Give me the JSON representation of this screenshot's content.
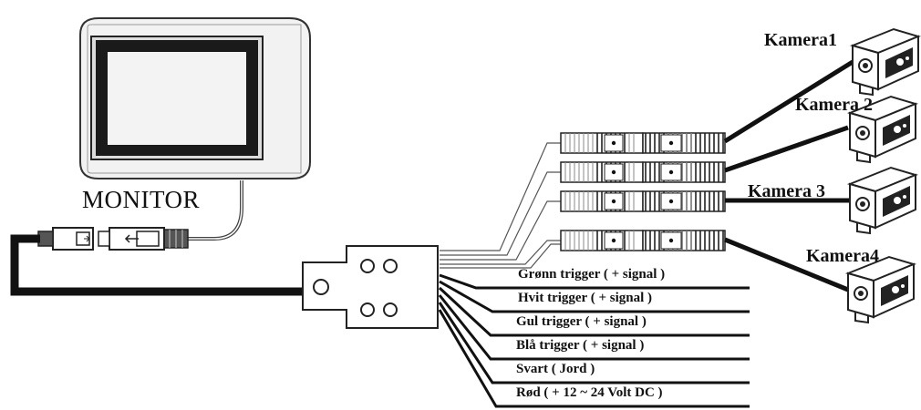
{
  "monitor": {
    "label": "MONITOR"
  },
  "cameras": [
    {
      "label": "Kamera1"
    },
    {
      "label": "Kamera 2"
    },
    {
      "label": "Kamera 3"
    },
    {
      "label": "Kamera4"
    }
  ],
  "wires": [
    {
      "label": "Grønn trigger ( + signal )"
    },
    {
      "label": "Hvit trigger ( + signal )"
    },
    {
      "label": "Gul trigger ( + signal )"
    },
    {
      "label": "Blå trigger ( + signal )"
    },
    {
      "label": "Svart ( Jord )"
    },
    {
      "label": "Rød ( + 12 ~ 24 Volt DC )"
    }
  ],
  "colors": {
    "ink": "#111111",
    "background": "#ffffff"
  }
}
